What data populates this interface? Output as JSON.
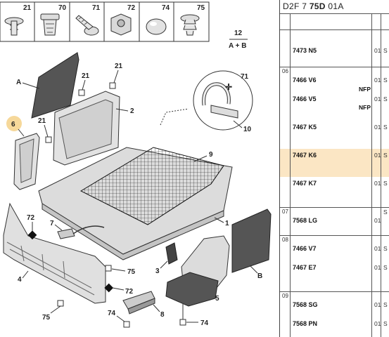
{
  "header": {
    "code_prefix": "D2F 7",
    "code_bold": "75D",
    "code_suffix": "01A"
  },
  "fasteners": [
    {
      "num": "21",
      "icon": "push-rivet-icon"
    },
    {
      "num": "70",
      "icon": "expansion-clip-icon"
    },
    {
      "num": "71",
      "icon": "screw-icon"
    },
    {
      "num": "72",
      "icon": "nut-icon"
    },
    {
      "num": "74",
      "icon": "dome-clip-icon"
    },
    {
      "num": "75",
      "icon": "christmas-tree-clip-icon"
    }
  ],
  "callouts": {
    "c12": "12",
    "c12_sub": "A + B",
    "cA": "A",
    "cB": "B",
    "c1": "1",
    "c2": "2",
    "c3": "3",
    "c4": "4",
    "c5": "5",
    "c6": "6",
    "c7": "7",
    "c8": "8",
    "c9": "9",
    "c10": "10",
    "c21a": "21",
    "c21b": "21",
    "c21c": "21",
    "c71": "71",
    "c72a": "72",
    "c72b": "72",
    "c74": "74",
    "c74b": "74",
    "c75a": "75",
    "c75b": "75"
  },
  "rows": [
    {
      "group": "",
      "ref": "7473 N5",
      "qty": "01",
      "edge": "S",
      "nfp": ""
    },
    {
      "group": "06",
      "ref": "7466 V6",
      "qty": "01",
      "edge": "S",
      "nfp": "NFP"
    },
    {
      "group": "",
      "ref": "7466 V5",
      "qty": "01",
      "edge": "S",
      "nfp": "NFP"
    },
    {
      "group": "",
      "ref": "7467 K5",
      "qty": "01",
      "edge": "S",
      "nfp": ""
    },
    {
      "group": "",
      "ref": "7467 K6",
      "qty": "01",
      "edge": "S",
      "nfp": ""
    },
    {
      "group": "",
      "ref": "7467 K7",
      "qty": "01",
      "edge": "S",
      "nfp": ""
    },
    {
      "group": "07",
      "ref": "7568 LG",
      "qty": "01",
      "edge": "S",
      "nfp": ""
    },
    {
      "group": "08",
      "ref": "7466 V7",
      "qty": "01",
      "edge": "S",
      "nfp": ""
    },
    {
      "group": "",
      "ref": "7467 E7",
      "qty": "01",
      "edge": "S",
      "nfp": ""
    },
    {
      "group": "09",
      "ref": "7568 SG",
      "qty": "01",
      "edge": "S",
      "nfp": ""
    },
    {
      "group": "",
      "ref": "7568 PN",
      "qty": "01",
      "edge": "S",
      "nfp": ""
    }
  ],
  "colors": {
    "highlight": "#fbe6c4",
    "callout_6_bg": "#f6d89a",
    "part_fill": "#dcdcdc",
    "part_dark": "#555555"
  }
}
